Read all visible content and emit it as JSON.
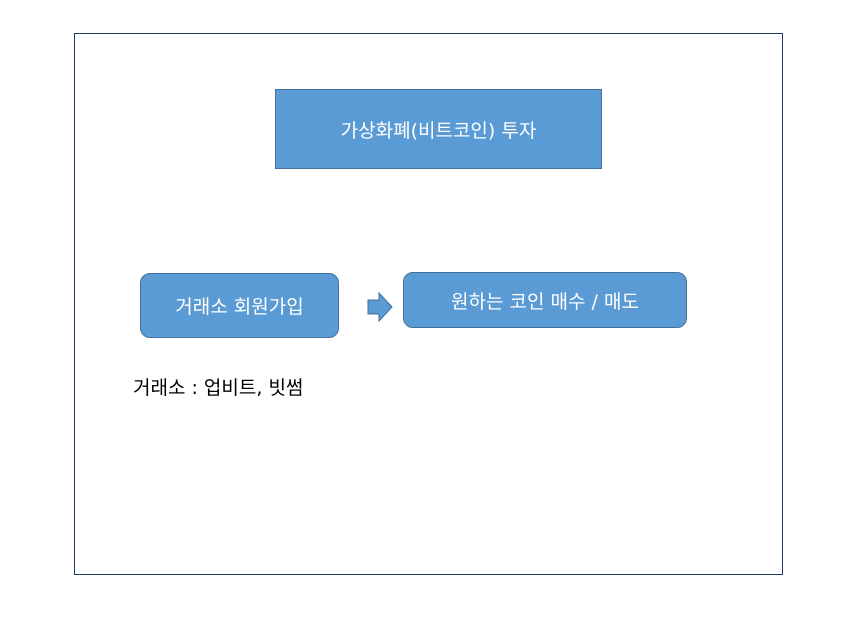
{
  "diagram": {
    "title": "가상화폐(비트코인) 투자",
    "step1": "거래소 회원가입",
    "step2": "원하는 코인 매수 / 매도",
    "note": "거래소 : 업비트, 빗썸",
    "colors": {
      "box_fill": "#5b9bd5",
      "box_border": "#41719c",
      "slide_border": "#1f3864"
    }
  }
}
